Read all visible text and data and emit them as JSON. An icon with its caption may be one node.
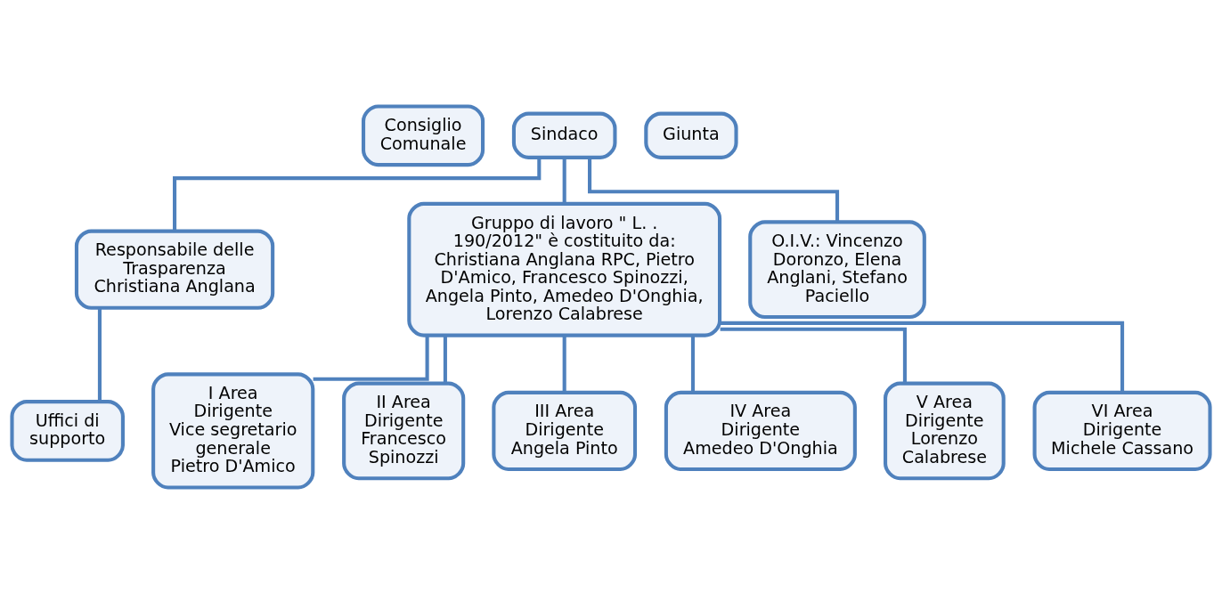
{
  "diagram": {
    "nodes": [
      {
        "text": [
          "Consiglio Comunale"
        ]
      },
      {
        "text": [
          "Sindaco"
        ]
      },
      {
        "text": [
          "Giunta"
        ]
      },
      {
        "text": [
          "Responsabile delle Trasparenza Christiana Anglana"
        ]
      },
      {
        "text": [
          "Gruppo di lavoro \" L. . 190/2012\" è costituito da:",
          "Christiana Anglana RPC, Pietro D'Amico, Francesco Spinozzi, Angela Pinto, Amedeo D'Onghia, Lorenzo Calabrese"
        ]
      },
      {
        "text": [
          "O.I.V.: Vincenzo Doronzo, Elena Anglani, Stefano Paciello"
        ]
      },
      {
        "text": [
          "Uffici di supporto"
        ]
      },
      {
        "text": [
          "I Area",
          "Dirigente",
          "Vice segretario generale",
          "Pietro D'Amico"
        ]
      },
      {
        "text": [
          "II Area",
          "Dirigente",
          "Francesco Spinozzi"
        ]
      },
      {
        "text": [
          "III Area",
          "Dirigente",
          "Angela Pinto"
        ]
      },
      {
        "text": [
          "IV Area",
          "Dirigente",
          "Amedeo D'Onghia"
        ]
      },
      {
        "text": [
          "V Area",
          "Dirigente",
          "Lorenzo Calabrese"
        ]
      },
      {
        "text": [
          "VI Area",
          "Dirigente",
          "Michele Cassano"
        ]
      }
    ],
    "edges": [
      {
        "from": 1,
        "to": 3,
        "arrow": "none"
      },
      {
        "from": 1,
        "to": 4,
        "arrow": "none"
      },
      {
        "from": 1,
        "to": 5,
        "arrow": "none"
      },
      {
        "from": 3,
        "to": 6,
        "arrow": "none"
      },
      {
        "from": 4,
        "to": 7,
        "arrow": "none"
      },
      {
        "from": 4,
        "to": 8,
        "arrow": "none"
      },
      {
        "from": 4,
        "to": 9,
        "arrow": "none"
      },
      {
        "from": 4,
        "to": 10,
        "arrow": "none"
      },
      {
        "from": 4,
        "to": 11,
        "arrow": "none"
      },
      {
        "from": 4,
        "to": 12,
        "arrow": "none"
      }
    ]
  }
}
